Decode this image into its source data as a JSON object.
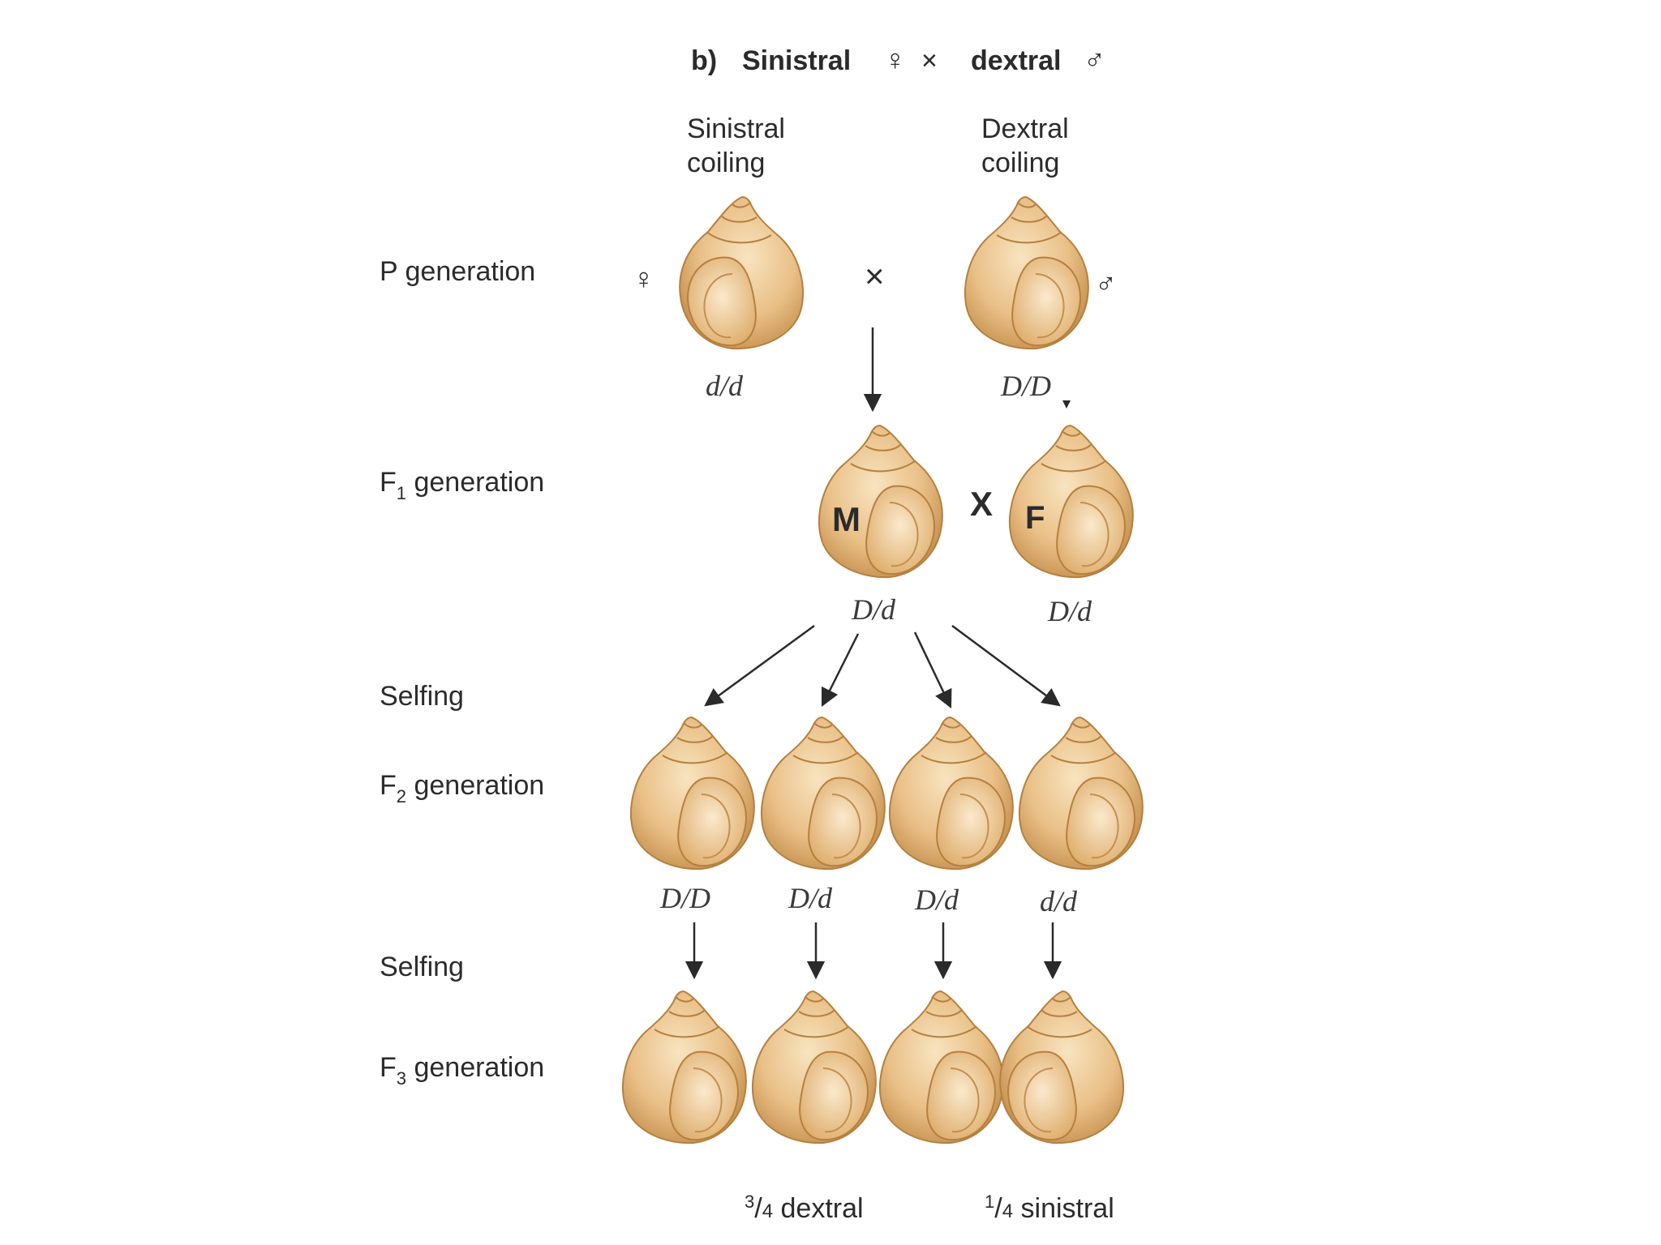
{
  "title": {
    "prefix": "b)",
    "female_parent": "Sinistral",
    "female_symbol": "♀",
    "cross_symbol": "×",
    "male_parent": "dextral",
    "male_symbol": "♂"
  },
  "column_headers": {
    "sinistral_line1": "Sinistral",
    "sinistral_line2": "coiling",
    "dextral_line1": "Dextral",
    "dextral_line2": "coiling"
  },
  "rows": {
    "p": "P generation",
    "f1_main": "F",
    "f1_sub": "1",
    "f1_rest": " generation",
    "selfing1": "Selfing",
    "f2_main": "F",
    "f2_sub": "2",
    "f2_rest": " generation",
    "selfing2": "Selfing",
    "f3_main": "F",
    "f3_sub": "3",
    "f3_rest": " generation"
  },
  "p_generation": {
    "female_symbol": "♀",
    "cross": "×",
    "male_symbol": "♂",
    "left_genotype": "d/d",
    "right_genotype": "D/D"
  },
  "f1_generation": {
    "label_m": "M",
    "cross": "X",
    "label_f": "F",
    "left_genotype": "D/d",
    "right_genotype": "D/d"
  },
  "f2_genotypes": [
    "D/D",
    "D/d",
    "D/d",
    "d/d"
  ],
  "f3_ratios": {
    "dextral_num": "3",
    "dextral_den": "4",
    "dextral_text": " dextral",
    "sinistral_num": "1",
    "sinistral_den": "4",
    "sinistral_text": " sinistral"
  },
  "colors": {
    "shell_light": "#f6ddb4",
    "shell_mid": "#e6b77c",
    "shell_dark": "#b5803f",
    "arrow": "#2a2a2a"
  }
}
